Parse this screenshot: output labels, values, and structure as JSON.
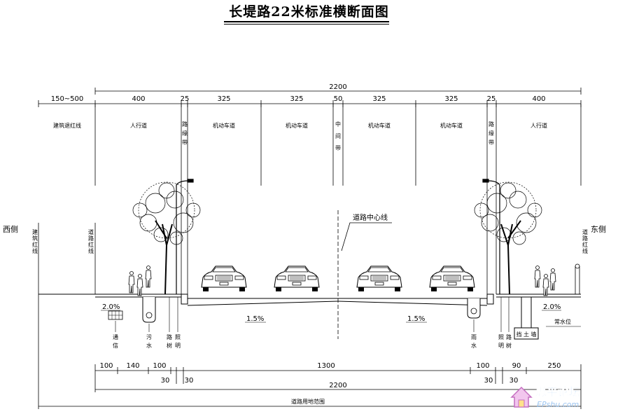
{
  "title": "长堤路22米标准横断面图",
  "top_dims": {
    "total": "2200",
    "segments": [
      "150~500",
      "400",
      "25",
      "325",
      "325",
      "50",
      "325",
      "325",
      "25",
      "400"
    ]
  },
  "zones": {
    "left_red_line": "建筑退红线",
    "left_sidewalk": "人行道",
    "curb_left": [
      "路",
      "缘",
      "带"
    ],
    "lane1": "机动车道",
    "lane2": "机动车道",
    "median": [
      "中",
      "间",
      "带"
    ],
    "lane3": "机动车道",
    "lane4": "机动车道",
    "curb_right": [
      "路",
      "缘",
      "带"
    ],
    "right_sidewalk": "人行道"
  },
  "sides": {
    "west": "西侧",
    "east": "东侧"
  },
  "road_red_line_left": [
    "道",
    "路",
    "红",
    "线"
  ],
  "road_red_line_right": [
    "道",
    "路",
    "红",
    "线"
  ],
  "building_setback_vertical": [
    "建",
    "筑",
    "红",
    "线"
  ],
  "centerline_label": "道路中心线",
  "slopes": {
    "left_sidewalk": "2.0%",
    "left_carriageway": "1.5%",
    "right_carriageway": "1.5%",
    "right_sidewalk": "2.0%"
  },
  "utilities": {
    "telecom": [
      "通",
      "信"
    ],
    "sewage": [
      "污",
      "水"
    ],
    "road_tree": [
      "路",
      "树"
    ],
    "lighting": [
      "照",
      "明"
    ],
    "rain": [
      "雨",
      "水"
    ],
    "lighting_r": [
      "照",
      "明"
    ],
    "road_tree_r": [
      "路",
      "树"
    ],
    "retaining_wall": "挡 土 墙",
    "groundwater": "常水位"
  },
  "bottom_dims": {
    "segments": [
      "100",
      "140",
      "100",
      "1300",
      "100",
      "90",
      "250"
    ],
    "small": [
      "30",
      "30",
      "30",
      "30"
    ],
    "total": "2200",
    "land_range": "道路用地范围"
  },
  "watermark": {
    "brand": "思平论坛",
    "url": "EPshu.com"
  }
}
